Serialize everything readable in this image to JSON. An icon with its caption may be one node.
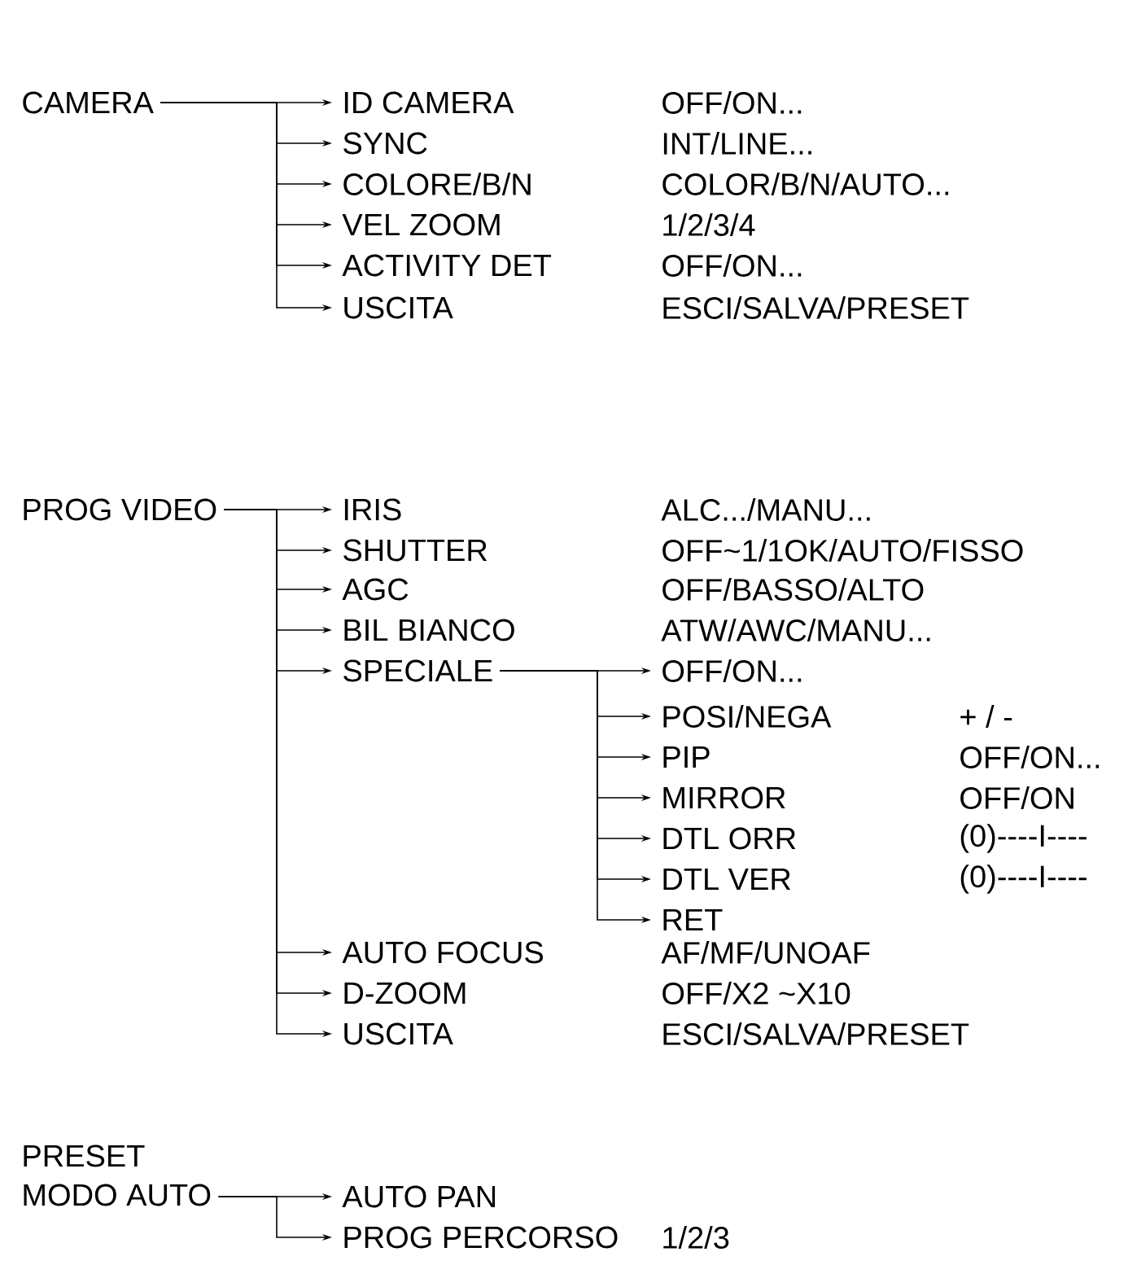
{
  "diagram": {
    "nodes": [
      {
        "text": [
          "CAMERA"
        ]
      },
      {
        "text": [
          "ID CAMERA"
        ]
      },
      {
        "text": [
          "SYNC"
        ]
      },
      {
        "text": [
          "COLORE/B/N"
        ]
      },
      {
        "text": [
          "VEL ZOOM"
        ]
      },
      {
        "text": [
          "ACTIVITY DET"
        ]
      },
      {
        "text": [
          "USCITA"
        ]
      },
      {
        "text": [
          "PROG VIDEO"
        ]
      },
      {
        "text": [
          "IRIS"
        ]
      },
      {
        "text": [
          "SHUTTER"
        ]
      },
      {
        "text": [
          "AGC"
        ]
      },
      {
        "text": [
          "BIL BIANCO"
        ]
      },
      {
        "text": [
          "SPECIALE"
        ]
      },
      {
        "text": [
          "OFF/ON..."
        ]
      },
      {
        "text": [
          "POSI/NEGA"
        ]
      },
      {
        "text": [
          "PIP"
        ]
      },
      {
        "text": [
          "MIRROR"
        ]
      },
      {
        "text": [
          "DTL ORR"
        ]
      },
      {
        "text": [
          "DTL VER"
        ]
      },
      {
        "text": [
          "RET"
        ]
      },
      {
        "text": [
          "AUTO FOCUS"
        ]
      },
      {
        "text": [
          "D-ZOOM"
        ]
      },
      {
        "text": [
          "USCITA"
        ]
      },
      {
        "text": [
          "PRESET",
          "MODO AUTO"
        ]
      },
      {
        "text": [
          "AUTO PAN"
        ]
      },
      {
        "text": [
          "PROG PERCORSO"
        ]
      }
    ],
    "edges": [
      {
        "from": 0,
        "to": 1,
        "arrow": "to"
      },
      {
        "from": 0,
        "to": 2,
        "arrow": "to"
      },
      {
        "from": 0,
        "to": 3,
        "arrow": "to"
      },
      {
        "from": 0,
        "to": 4,
        "arrow": "to"
      },
      {
        "from": 0,
        "to": 5,
        "arrow": "to"
      },
      {
        "from": 0,
        "to": 6,
        "arrow": "to"
      },
      {
        "from": 7,
        "to": 8,
        "arrow": "to"
      },
      {
        "from": 7,
        "to": 9,
        "arrow": "to"
      },
      {
        "from": 7,
        "to": 10,
        "arrow": "to"
      },
      {
        "from": 7,
        "to": 11,
        "arrow": "to"
      },
      {
        "from": 7,
        "to": 12,
        "arrow": "to"
      },
      {
        "from": 12,
        "to": 13,
        "arrow": "to"
      },
      {
        "from": 12,
        "to": 14,
        "arrow": "to"
      },
      {
        "from": 12,
        "to": 15,
        "arrow": "to"
      },
      {
        "from": 12,
        "to": 16,
        "arrow": "to"
      },
      {
        "from": 12,
        "to": 17,
        "arrow": "to"
      },
      {
        "from": 12,
        "to": 18,
        "arrow": "to"
      },
      {
        "from": 12,
        "to": 19,
        "arrow": "to"
      },
      {
        "from": 7,
        "to": 20,
        "arrow": "to"
      },
      {
        "from": 7,
        "to": 21,
        "arrow": "to"
      },
      {
        "from": 7,
        "to": 22,
        "arrow": "to"
      },
      {
        "from": 23,
        "to": 24,
        "arrow": "to"
      },
      {
        "from": 23,
        "to": 25,
        "arrow": "to"
      }
    ],
    "labels": [
      "OFF/ON...",
      "INT/LINE...",
      "COLOR/B/N/AUTO...",
      "1/2/3/4",
      "OFF/ON...",
      "ESCI/SALVA/PRESET",
      "ALC.../MANU...",
      "OFF~1/1OK/AUTO/FISSO",
      "OFF/BASSO/ALTO",
      "ATW/AWC/MANU...",
      "+ / -",
      "OFF/ON...",
      "OFF/ON",
      "(0)----I----",
      "(0)----I----",
      "AF/MF/UNOAF",
      "OFF/X2 ~X10",
      "ESCI/SALVA/PRESET",
      "1/2/3"
    ]
  }
}
